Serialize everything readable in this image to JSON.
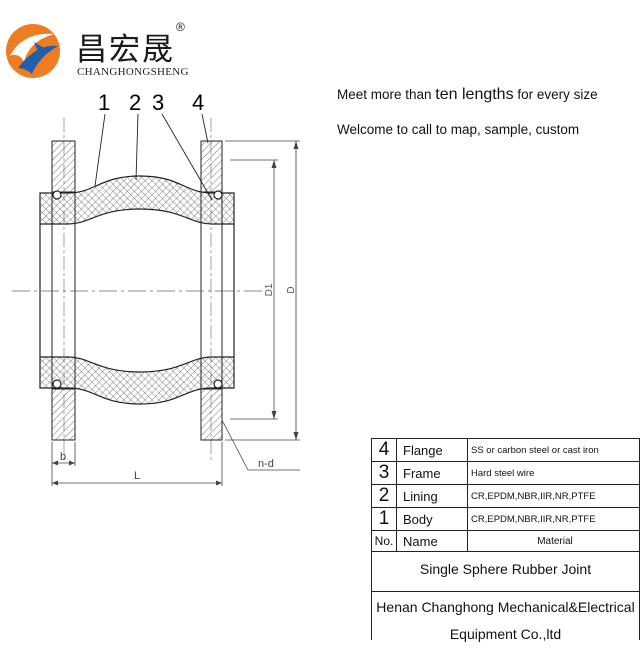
{
  "brand": {
    "name_cn": "昌宏晟",
    "registered_mark": "®",
    "name_en": "CHANGHONGSHENG",
    "logo_icon": "bird-circle-logo",
    "colors": {
      "orange": "#ee7d22",
      "blue": "#1f5fb0"
    }
  },
  "promo": {
    "line1_prefix": "Meet more than ",
    "line1_emphasis": "ten lengths",
    "line1_suffix": " for every size",
    "line2": "Welcome to call to map, sample, custom"
  },
  "drawing": {
    "callouts": [
      "1",
      "2",
      "3",
      "4"
    ],
    "dim_labels": {
      "inner_flange_dia": "D1",
      "outer_flange_dia": "D",
      "flange_thickness": "b",
      "length": "L",
      "bolt_holes": "n-d"
    }
  },
  "bom": {
    "rows": [
      {
        "no": "4",
        "name": "Flange",
        "material": "SS or carbon steel or cast iron"
      },
      {
        "no": "3",
        "name": "Frame",
        "material": "Hard steel wire"
      },
      {
        "no": "2",
        "name": "Lining",
        "material": "CR,EPDM,NBR,IIR,NR,PTFE"
      },
      {
        "no": "1",
        "name": "Body",
        "material": "CR,EPDM,NBR,IIR,NR,PTFE"
      }
    ],
    "header": {
      "no": "No.",
      "name": "Name",
      "material": "Material"
    },
    "title": "Single Sphere Rubber Joint",
    "company_line1": "Henan Changhong Mechanical&Electrical",
    "company_line2": "Equipment Co.,ltd"
  }
}
